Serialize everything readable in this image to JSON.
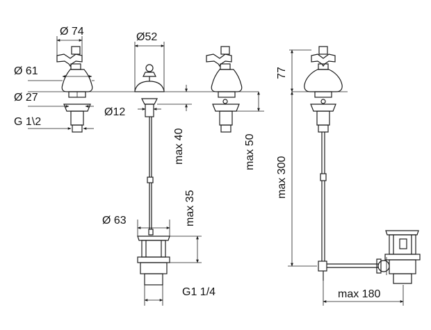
{
  "labels": {
    "d74": "Ø 74",
    "d52": "Ø52",
    "d61": "Ø 61",
    "d27": "Ø 27",
    "g12": "G 1\\2",
    "d12": "Ø12",
    "max40": "max 40",
    "max50": "max 50",
    "max35": "max 35",
    "d63": "Ø 63",
    "g114": "G1 1/4",
    "v77": "77",
    "max300": "max 300",
    "max180": "max 180"
  },
  "colors": {
    "line": "#1a1a1a",
    "background": "#ffffff"
  }
}
